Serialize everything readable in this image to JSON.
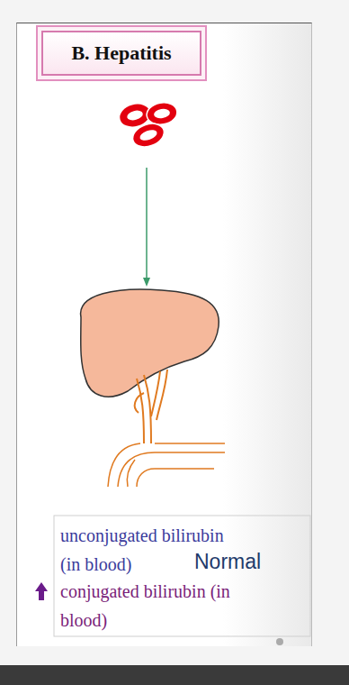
{
  "diagram": {
    "nodes": [
      {
        "text": [
          "B. Hepatitis"
        ]
      }
    ],
    "labels": [
      "unconjugated bilirubin (in blood)",
      "Normal",
      "conjugated bilirubin (in blood)"
    ]
  }
}
